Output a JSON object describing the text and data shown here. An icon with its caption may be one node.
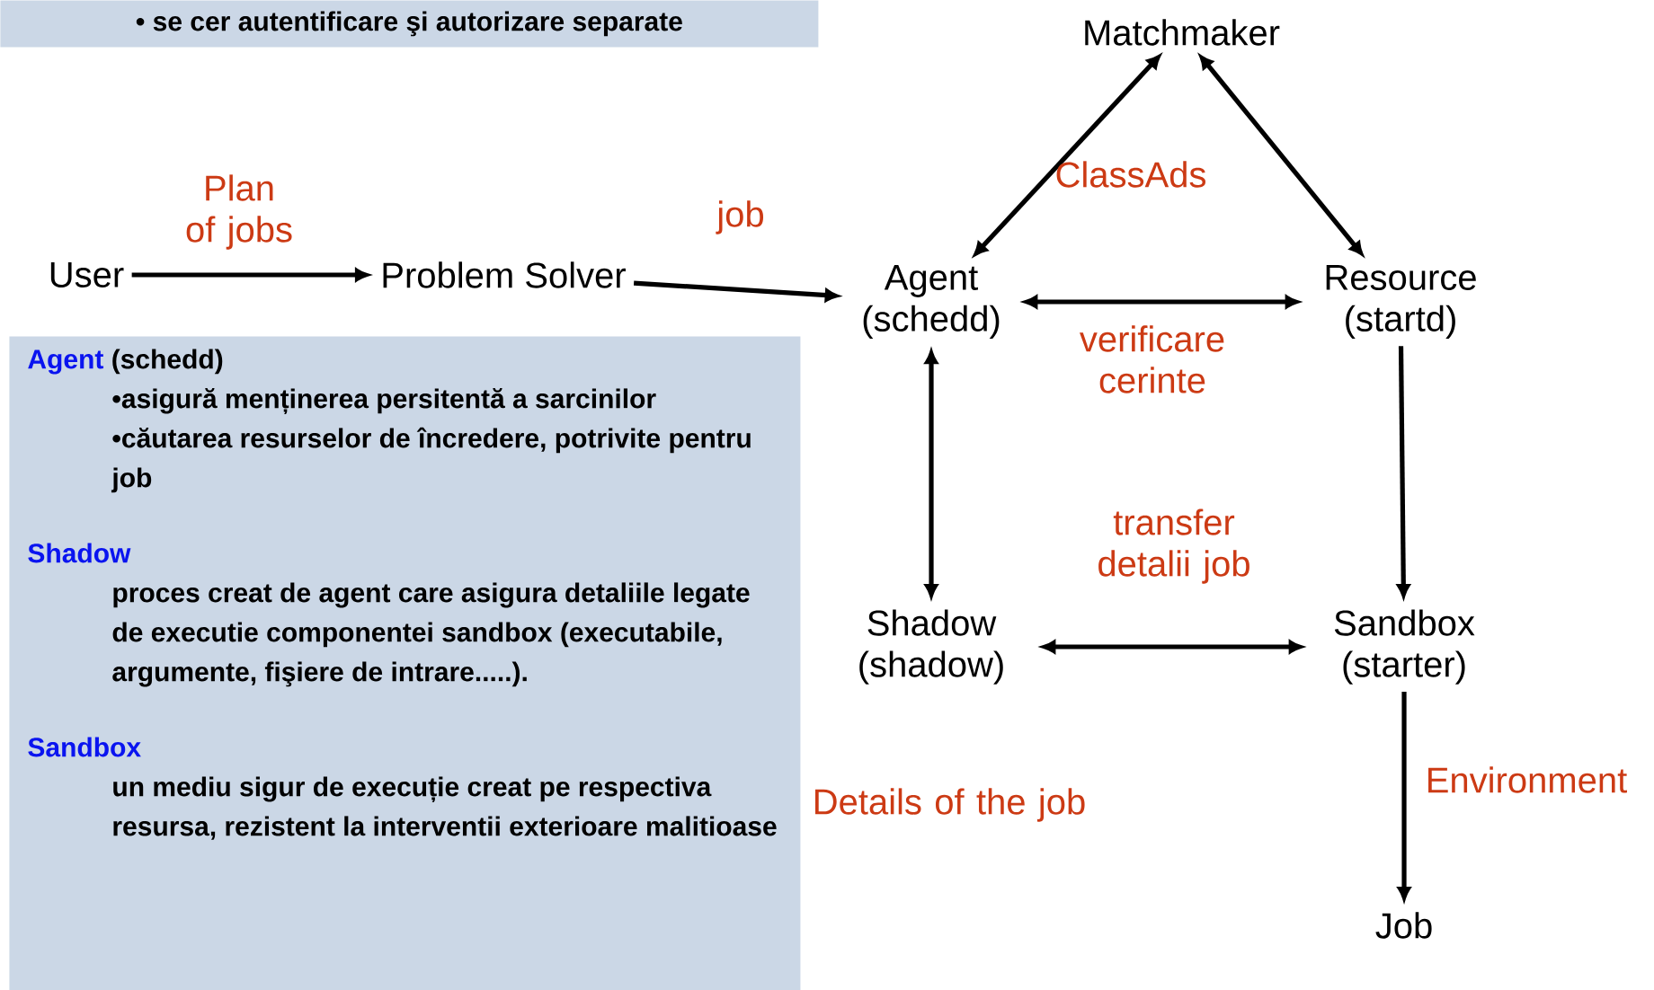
{
  "diagram": {
    "nodes": [
      {
        "text": [
          "• se cer autentificare şi autorizare separate"
        ]
      },
      {
        "text": [
          "Matchmaker"
        ]
      },
      {
        "text": [
          "User"
        ]
      },
      {
        "text": [
          "Problem Solver"
        ]
      },
      {
        "text": [
          "Agent (schedd)"
        ]
      },
      {
        "text": [
          "Resource (startd)"
        ]
      },
      {
        "text": [
          "Agent",
          "(schedd)",
          "•asigură menținerea persitentă a sarcinilor",
          "•căutarea resurselor de încredere, potrivite pentru job",
          "Shadow",
          "proces creat de agent care asigura detaliile legate de executie componentei sandbox (executabile, argumente, fişiere de intrare.....).",
          "Sandbox",
          "un mediu sigur de execuție creat pe respectiva resursa, rezistent la interventii exterioare malitioase"
        ]
      },
      {
        "text": [
          "Shadow (shadow)"
        ]
      },
      {
        "text": [
          "Sandbox (starter)"
        ]
      },
      {
        "text": [
          "Job"
        ]
      }
    ],
    "edges": [
      {
        "from": 2,
        "to": 3,
        "arrow": "to",
        "label": "Plan of jobs"
      },
      {
        "from": 3,
        "to": 4,
        "arrow": "to",
        "label": "job"
      },
      {
        "from": 4,
        "to": 1,
        "arrow": "both"
      },
      {
        "from": 1,
        "to": 5,
        "arrow": "both"
      },
      {
        "from": 4,
        "to": 5,
        "arrow": "both",
        "label": "verificare cerinte"
      },
      {
        "from": 4,
        "to": 7,
        "arrow": "both"
      },
      {
        "from": 7,
        "to": 8,
        "arrow": "both",
        "label": "transfer detalii job"
      },
      {
        "from": 5,
        "to": 8,
        "arrow": "to"
      },
      {
        "from": 8,
        "to": 9,
        "arrow": "to",
        "label": "Environment"
      }
    ],
    "labels": [
      "ClassAds",
      "Details of the job"
    ]
  }
}
